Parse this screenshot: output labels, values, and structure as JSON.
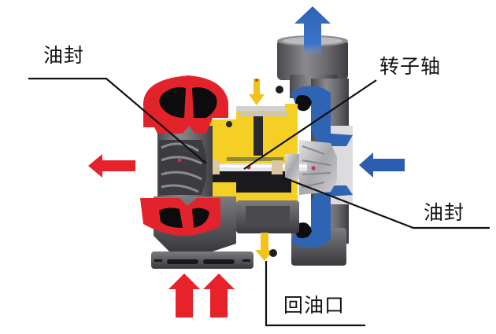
{
  "diagram": {
    "subject": "turbocharger cutaway",
    "labels": {
      "oil_seal_left": "油封",
      "rotor_shaft": "转子轴",
      "oil_seal_right": "油封",
      "oil_return": "回油口"
    },
    "arrows": [
      {
        "name": "compressed-air-out",
        "direction": "up",
        "color": "#2f62b5"
      },
      {
        "name": "fresh-air-in",
        "direction": "left",
        "color": "#2a5db0"
      },
      {
        "name": "exhaust-out",
        "direction": "left",
        "color": "#e8222a"
      },
      {
        "name": "exhaust-in-1",
        "direction": "up",
        "color": "#e8222a"
      },
      {
        "name": "exhaust-in-2",
        "direction": "up",
        "color": "#e8222a"
      },
      {
        "name": "oil-in",
        "direction": "down",
        "color": "#f2c21b"
      },
      {
        "name": "oil-out",
        "direction": "down",
        "color": "#f2c21b"
      }
    ],
    "colors": {
      "turbine_housing": "#e3232b",
      "compressor_housing": "#2f64b4",
      "bearing_housing": "#f5cf23",
      "cast_iron": "#5e5e62",
      "leader_lines": "#111111"
    }
  }
}
